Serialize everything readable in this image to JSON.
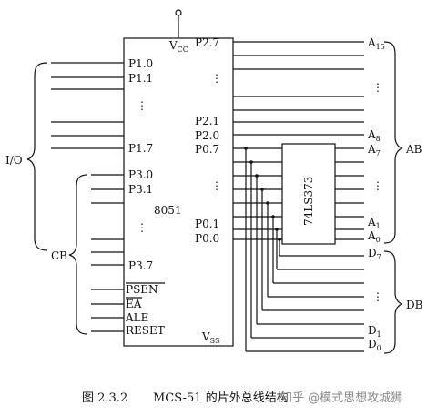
{
  "chip": {
    "name": "8051",
    "vcc": "V",
    "vcc_sub": "CC",
    "vss": "V",
    "vss_sub": "SS",
    "left_pins": [
      "P1.0",
      "P1.1",
      "P1.7",
      "P3.0",
      "P3.1",
      "P3.7",
      "PSEN",
      "EA",
      "ALE",
      "RESET"
    ],
    "right_pins": [
      "P2.7",
      "P2.1",
      "P2.0",
      "P0.7",
      "P0.1",
      "P0.0"
    ]
  },
  "latch": {
    "name": "74LS373"
  },
  "groups": {
    "io": "I/O",
    "cb": "CB",
    "ab": "AB",
    "db": "DB"
  },
  "address_lines": [
    {
      "base": "A",
      "sub": "15"
    },
    {
      "base": "A",
      "sub": "8"
    },
    {
      "base": "A",
      "sub": "7"
    },
    {
      "base": "A",
      "sub": "1"
    },
    {
      "base": "A",
      "sub": "0"
    }
  ],
  "data_lines": [
    {
      "base": "D",
      "sub": "7"
    },
    {
      "base": "D",
      "sub": "1"
    },
    {
      "base": "D",
      "sub": "0"
    }
  ],
  "ellipsis": "⋮",
  "caption": {
    "number": "图 2.3.2",
    "title": "MCS-51 的片外总线结构"
  },
  "watermark": "知乎 @模式思想攻城狮"
}
